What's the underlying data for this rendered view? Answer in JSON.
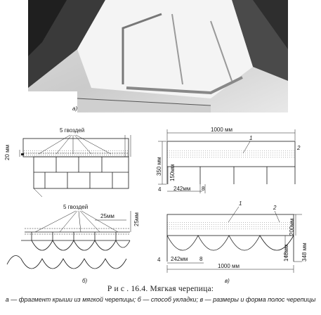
{
  "figure": {
    "caption_title": "Р и с . 16.4. Мягкая черепица:",
    "caption_text": "а — фрагмент крыши из мягкой черепицы; б — способ укладки; в — размеры и форма полос черепицы",
    "panel_a": {
      "label": "а)"
    },
    "panel_b": {
      "label": "б)",
      "top": {
        "nails_label": "5 гвоздей",
        "dim_left": "20 мм"
      },
      "bottom": {
        "nails_label": "5 гвоздей",
        "dim_top": "25мм",
        "dim_side": "25мм"
      }
    },
    "panel_c": {
      "label": "в)",
      "top": {
        "width": "1000 мм",
        "callout_1": "1",
        "callout_2": "2",
        "height_total": "350 мм",
        "height_tab": "150мм",
        "tab_width": "242мм",
        "gap": "8",
        "margin": "4"
      },
      "bottom": {
        "callout_1": "1",
        "callout_2": "2",
        "height_upper": "200мм",
        "height_total": "348 мм",
        "height_tab": "148мм",
        "tab_width": "242мм",
        "gap": "8",
        "margin": "4",
        "width": "1000 мм"
      }
    }
  }
}
